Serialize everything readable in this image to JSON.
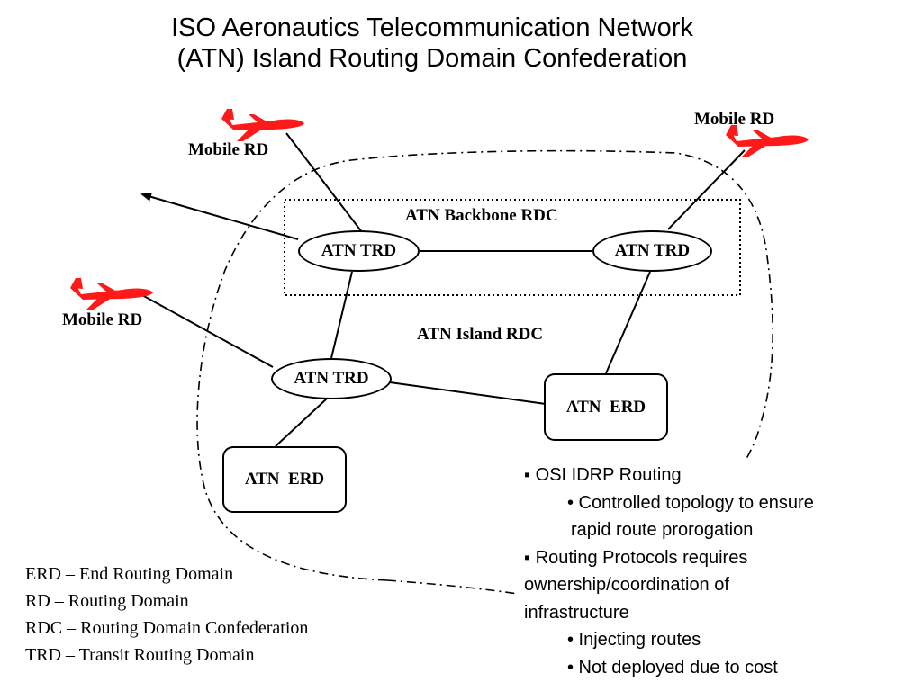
{
  "title": {
    "line1": "ISO Aeronautics Telecommunication Network",
    "line2": "(ATN) Island Routing Domain Confederation"
  },
  "labels": {
    "mobile_rd_top_left": "Mobile RD",
    "mobile_rd_top_right": "Mobile RD",
    "mobile_rd_left": "Mobile RD",
    "backbone": "ATN Backbone RDC",
    "island": "ATN Island RDC"
  },
  "nodes": {
    "trd_backbone_left": "ATN TRD",
    "trd_backbone_right": "ATN TRD",
    "trd_island": "ATN TRD",
    "erd_right": "ATN  ERD",
    "erd_left": "ATN  ERD"
  },
  "legend": [
    "ERD – End Routing Domain",
    "RD – Routing Domain",
    "RDC – Routing Domain Confederation",
    "TRD – Transit Routing Domain"
  ],
  "notes": [
    {
      "level": 1,
      "text": "▪ OSI IDRP Routing"
    },
    {
      "level": 2,
      "text": "• Controlled topology to ensure"
    },
    {
      "level": 2,
      "text": "rapid route prorogation"
    },
    {
      "level": 1,
      "text": "▪ Routing Protocols requires"
    },
    {
      "level": 1,
      "text": "ownership/coordination of"
    },
    {
      "level": 1,
      "text": "infrastructure"
    },
    {
      "level": 2,
      "text": "• Injecting routes"
    },
    {
      "level": 2,
      "text": "• Not deployed due to cost"
    }
  ],
  "colors": {
    "airplane": "#ff1a1a",
    "lines": "#000000"
  },
  "icons": {
    "airplane": "airplane-icon"
  }
}
